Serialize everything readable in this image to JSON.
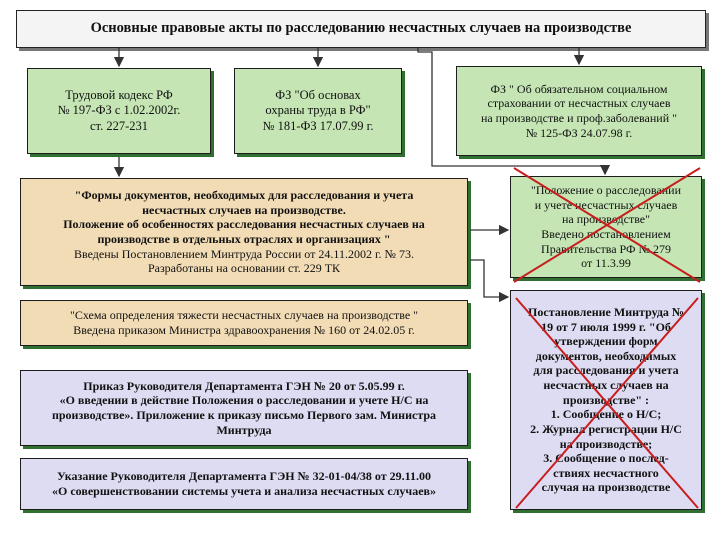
{
  "title": "Основные правовые акты по расследованию несчастных случаев на производстве",
  "top_boxes": [
    {
      "lines": [
        "Трудовой кодекс РФ",
        "№ 197-ФЗ с 1.02.2002г.",
        "ст. 227-231"
      ]
    },
    {
      "lines": [
        "ФЗ \"Об основах",
        "охраны труда в РФ\"",
        "№ 181-ФЗ   17.07.99 г."
      ]
    },
    {
      "lines": [
        "ФЗ \" Об обязательном социальном",
        "страховании от несчастных случаев",
        "на производстве и проф.заболеваний \"",
        "№ 125-ФЗ 24.07.98 г."
      ]
    }
  ],
  "left_boxes": [
    {
      "lines": [
        "\"Формы документов, необходимых для расследования и учета",
        "несчастных случаев на производстве.",
        "Положение об особенностях расследования несчастных случаев на",
        "производстве в отдельных отраслях и организациях \"",
        "Введены Постановлением Минтруда России от 24.11.2002 г. № 73.",
        "Разработаны на основании ст. 229 ТК"
      ]
    },
    {
      "lines": [
        "\"Схема определения тяжести несчастных случаев на производстве \"",
        "Введена приказом Министра здравоохранения № 160 от 24.02.05 г."
      ]
    },
    {
      "lines": [
        "Приказ Руководителя Департамента ГЭН № 20 от 5.05.99 г.",
        "«О введении в действие Положения о расследовании и учете Н/С на",
        "производстве». Приложение к приказу письмо Первого зам. Министра",
        "Минтруда"
      ]
    },
    {
      "lines": [
        "Указание Руководителя Департамента ГЭН № 32-01-04/38 от 29.11.00",
        "«О совершенствовании системы учета и анализа несчастных случаев»"
      ]
    }
  ],
  "right_boxes": [
    {
      "lines": [
        "\"Положение о расследовании",
        "и учете несчастных случаев",
        "на производстве\"",
        "Введено постановлением",
        "Правительства РФ № 279",
        "от 11.3.99"
      ]
    },
    {
      "lines": [
        "Постановление Минтруда №",
        "19 от 7 июля 1999 г. \"Об",
        "утверждении форм",
        "документов, необходимых",
        "для расследования и учета",
        "несчастных случаев на",
        "производстве\" :"
      ],
      "items": [
        "1. Сообщение о Н/С;",
        "2. Журнал регистрации Н/С",
        "    на производстве;",
        "3. Сообщение о послед-",
        "    ствиях несчастного",
        "    случая на производстве"
      ]
    }
  ],
  "colors": {
    "top_fill": "#c5e6b4",
    "left_fill": "#f2dcb6",
    "right_fill": "#dedcf2",
    "cross": "#c81e1e"
  }
}
